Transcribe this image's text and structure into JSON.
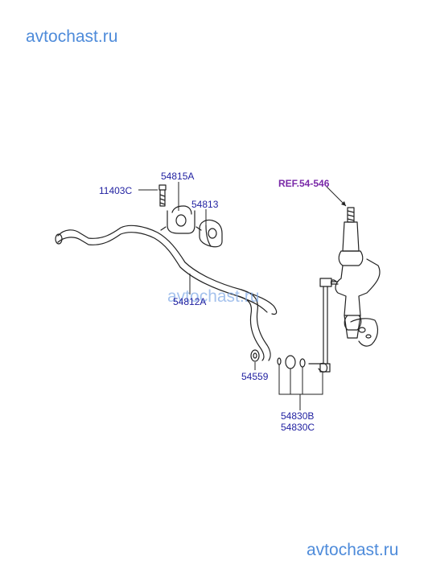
{
  "watermarks": {
    "top": "avtochast.ru",
    "middle": "avtochast.ru",
    "bottom": "avtochast.ru"
  },
  "parts": {
    "bolt": "11403C",
    "bracket": "54815A",
    "bushing": "54813",
    "stabilizer_bar": "54812A",
    "nut": "54559",
    "link_b": "54830B",
    "link_c": "54830C"
  },
  "reference": {
    "strut": "REF.54-546"
  },
  "colors": {
    "callout_text": "#1f1fa0",
    "reference_text": "#7a2aa8",
    "watermark": "#3b7fd6",
    "line": "#222222"
  }
}
